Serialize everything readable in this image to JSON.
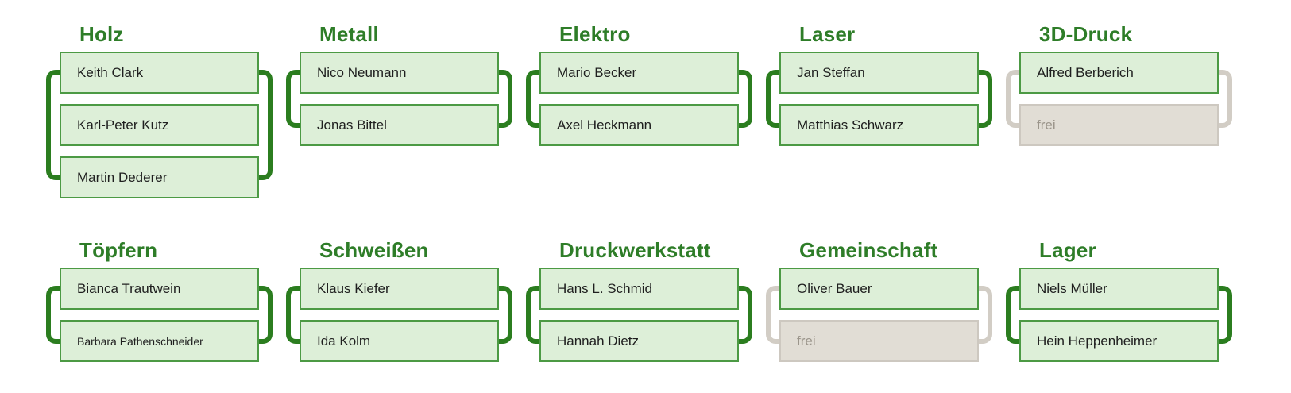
{
  "board": {
    "free_label": "frei"
  },
  "colors": {
    "title_green": "#2e7d28",
    "name_text": "#1f1f1f",
    "slot_fill_green": "#ddefd8",
    "slot_border_green": "#4c9a44",
    "bracket_green": "#2b7d1f",
    "bracket_gray": "#d2cdc5",
    "slot_fill_gray": "#e1ddd5",
    "slot_border_gray": "#cdc8c0",
    "free_text": "#9b958b",
    "page_background": "#ffffff"
  },
  "groups": [
    {
      "title": "Holz",
      "row": 1,
      "bracket": "green",
      "slots": [
        {
          "label": "Keith Clark",
          "state": "occupied"
        },
        {
          "label": "Karl-Peter Kutz",
          "state": "occupied"
        },
        {
          "label": "Martin Dederer",
          "state": "occupied"
        }
      ]
    },
    {
      "title": "Metall",
      "row": 1,
      "bracket": "green",
      "slots": [
        {
          "label": "Nico Neumann",
          "state": "occupied"
        },
        {
          "label": "Jonas Bittel",
          "state": "occupied"
        }
      ]
    },
    {
      "title": "Elektro",
      "row": 1,
      "bracket": "green",
      "slots": [
        {
          "label": "Mario Becker",
          "state": "occupied"
        },
        {
          "label": "Axel Heckmann",
          "state": "occupied"
        }
      ]
    },
    {
      "title": "Laser",
      "row": 1,
      "bracket": "green",
      "slots": [
        {
          "label": "Jan Steffan",
          "state": "occupied"
        },
        {
          "label": "Matthias Schwarz",
          "state": "occupied"
        }
      ]
    },
    {
      "title": "3D-Druck",
      "row": 1,
      "bracket": "gray",
      "slots": [
        {
          "label": "Alfred Berberich",
          "state": "occupied"
        },
        {
          "label": "frei",
          "state": "free"
        }
      ]
    },
    {
      "title": "Töpfern",
      "row": 2,
      "bracket": "green",
      "slots": [
        {
          "label": "Bianca Trautwein",
          "state": "occupied"
        },
        {
          "label": "Barbara Pathenschneider",
          "state": "occupied"
        }
      ]
    },
    {
      "title": "Schweißen",
      "row": 2,
      "bracket": "green",
      "slots": [
        {
          "label": "Klaus Kiefer",
          "state": "occupied"
        },
        {
          "label": "Ida Kolm",
          "state": "occupied"
        }
      ]
    },
    {
      "title": "Druckwerkstatt",
      "row": 2,
      "bracket": "green",
      "slots": [
        {
          "label": "Hans L. Schmid",
          "state": "occupied"
        },
        {
          "label": "Hannah Dietz",
          "state": "occupied"
        }
      ]
    },
    {
      "title": "Gemeinschaft",
      "row": 2,
      "bracket": "gray",
      "slots": [
        {
          "label": "Oliver Bauer",
          "state": "occupied"
        },
        {
          "label": "frei",
          "state": "free"
        }
      ]
    },
    {
      "title": "Lager",
      "row": 2,
      "bracket": "green",
      "slots": [
        {
          "label": "Niels Müller",
          "state": "occupied"
        },
        {
          "label": "Hein Heppenheimer",
          "state": "occupied"
        }
      ]
    }
  ]
}
